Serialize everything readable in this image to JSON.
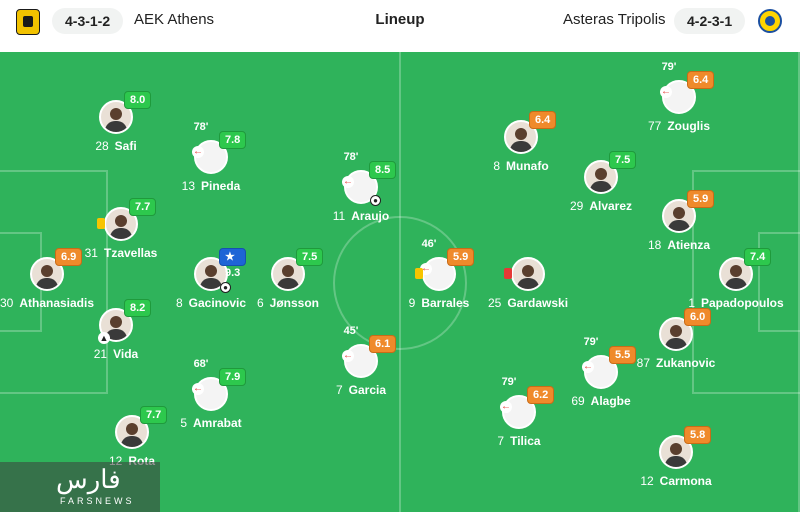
{
  "header": {
    "title": "Lineup",
    "home": {
      "name": "AEK Athens",
      "formation": "4-3-1-2"
    },
    "away": {
      "name": "Asteras Tripolis",
      "formation": "4-2-3-1"
    }
  },
  "watermark": {
    "text": "فارس",
    "subtext": "FARSNEWS"
  },
  "colors": {
    "pitch": "#2fb35b",
    "rating_green": "#2dc84d",
    "rating_orange": "#ef8a2b",
    "rating_blue": "#1e64d6"
  },
  "home_players": [
    {
      "number": "28",
      "name": "Safi",
      "rating": "8.0"
    },
    {
      "number": "13",
      "name": "Pineda",
      "rating": "7.8",
      "sub": "78'"
    },
    {
      "number": "11",
      "name": "Araujo",
      "rating": "8.5",
      "sub": "78'",
      "goal": true
    },
    {
      "number": "31",
      "name": "Tzavellas",
      "rating": "7.7",
      "card": "yellow"
    },
    {
      "number": "30",
      "name": "Athanasiadis",
      "rating": "6.9"
    },
    {
      "number": "8",
      "name": "Gacinovic",
      "rating": "9.3",
      "motm": true,
      "goal": true
    },
    {
      "number": "6",
      "name": "Jønsson",
      "rating": "7.5"
    },
    {
      "number": "21",
      "name": "Vida",
      "rating": "8.2",
      "assist": true
    },
    {
      "number": "7",
      "name": "Garcia",
      "rating": "6.1",
      "sub": "45'"
    },
    {
      "number": "5",
      "name": "Amrabat",
      "rating": "7.9",
      "sub": "68'"
    },
    {
      "number": "12",
      "name": "Rota",
      "rating": "7.7"
    }
  ],
  "away_players": [
    {
      "number": "77",
      "name": "Zouglis",
      "rating": "6.4",
      "sub": "79'"
    },
    {
      "number": "8",
      "name": "Munafo",
      "rating": "6.4"
    },
    {
      "number": "29",
      "name": "Alvarez",
      "rating": "7.5"
    },
    {
      "number": "18",
      "name": "Atienza",
      "rating": "5.9"
    },
    {
      "number": "9",
      "name": "Barrales",
      "rating": "5.9",
      "sub": "46'",
      "card": "yellow"
    },
    {
      "number": "25",
      "name": "Gardawski",
      "rating": "",
      "card": "red"
    },
    {
      "number": "1",
      "name": "Papadopoulos",
      "rating": "7.4"
    },
    {
      "number": "87",
      "name": "Zukanovic",
      "rating": "6.0"
    },
    {
      "number": "69",
      "name": "Alagbe",
      "rating": "5.5",
      "sub": "79'"
    },
    {
      "number": "7",
      "name": "Tilica",
      "rating": "6.2",
      "sub": "79'"
    },
    {
      "number": "12",
      "name": "Carmona",
      "rating": "5.8"
    }
  ]
}
